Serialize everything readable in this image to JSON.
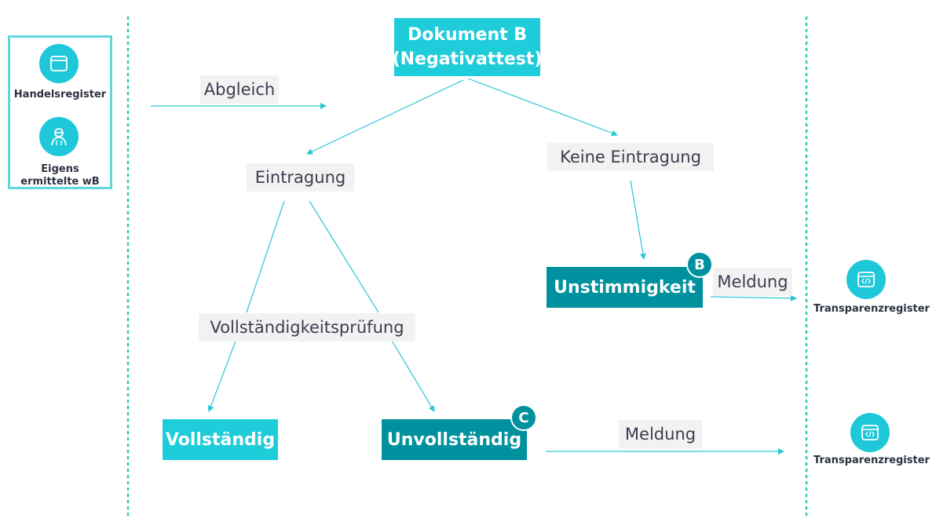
{
  "colors": {
    "accent_light": "#1fccda",
    "accent_dark": "#00919e",
    "label_bg": "#f2f2f2",
    "arrow": "#29c6d4"
  },
  "sources": {
    "handelsregister": {
      "label": "Handelsregister",
      "icon": "browser-window-icon"
    },
    "eigens": {
      "label_line1": "Eigens",
      "label_line2": "ermittelte wB",
      "icon": "person-icon"
    }
  },
  "doc_b": {
    "line1": "Dokument B",
    "line2": "(Negativattest)"
  },
  "labels": {
    "abgleich": "Abgleich",
    "eintragung": "Eintragung",
    "keine_eintragung": "Keine Eintragung",
    "vollstaendigkeitspruefung": "Vollständigkeitsprüfung",
    "meldung_1": "Meldung",
    "meldung_2": "Meldung"
  },
  "outcomes": {
    "vollstaendig": "Vollständig",
    "unvollstaendig": "Unvollständig",
    "unstimmigkeit": "Unstimmigkeit",
    "badge_b": "B",
    "badge_c": "C"
  },
  "targets": {
    "transparenz_1": {
      "label": "Transparenzregister",
      "icon": "code-window-icon"
    },
    "transparenz_2": {
      "label": "Transparenzregister",
      "icon": "code-window-icon"
    }
  }
}
